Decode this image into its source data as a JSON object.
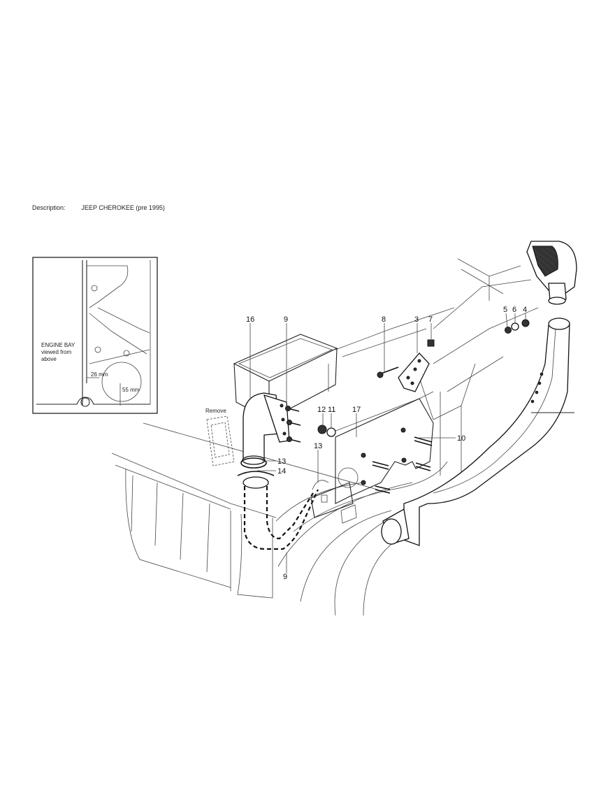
{
  "description": {
    "label": "Description:",
    "value": "JEEP CHEROKEE (pre 1995)"
  },
  "inset": {
    "caption_lines": [
      "ENGINE BAY",
      "viewed from",
      "above"
    ],
    "dim_a": "26 mm",
    "dim_b": "55 mm"
  },
  "remove_label": "Remove",
  "callouts": {
    "c16": "16",
    "c9a": "9",
    "c8": "8",
    "c3": "3",
    "c7": "7",
    "c5": "5",
    "c6": "6",
    "c4": "4",
    "c12": "12",
    "c11": "11",
    "c17": "17",
    "c10": "10",
    "c13a": "13",
    "c13b": "13",
    "c14": "14",
    "c9b": "9"
  }
}
